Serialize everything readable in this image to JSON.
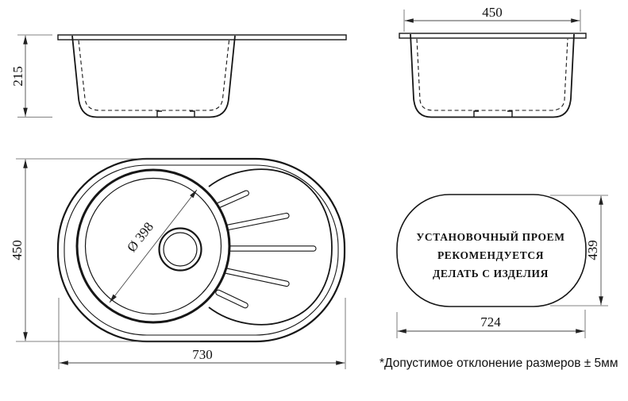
{
  "views": {
    "front": {
      "height_dim": "215"
    },
    "side": {
      "width_dim": "450"
    },
    "plan": {
      "height_dim": "450",
      "width_dim": "730",
      "bowl_diameter": "Ø 398"
    },
    "cutout": {
      "line1": "УСТАНОВОЧНЫЙ ПРОЕМ",
      "line2": "РЕКОМЕНДУЕТСЯ",
      "line3": "ДЕЛАТЬ С ИЗДЕЛИЯ",
      "height_dim": "439",
      "width_dim": "724"
    }
  },
  "footnote": "*Допустимое отклонение размеров ± 5мм",
  "colors": {
    "outline": "#161616",
    "dim": "#4a4a4a",
    "background": "#ffffff"
  }
}
